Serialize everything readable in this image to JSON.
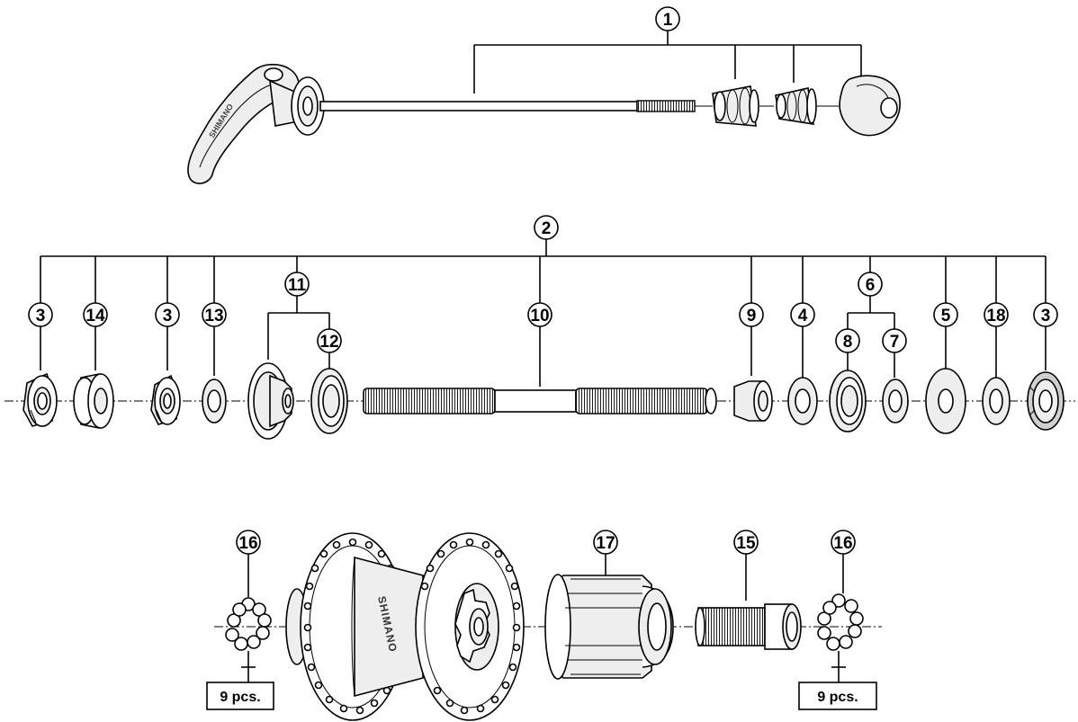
{
  "callouts": {
    "c1": "1",
    "c2": "2",
    "c3a": "3",
    "c3b": "3",
    "c3c": "3",
    "c4": "4",
    "c5": "5",
    "c6": "6",
    "c7": "7",
    "c8": "8",
    "c9": "9",
    "c10": "10",
    "c11": "11",
    "c12": "12",
    "c13": "13",
    "c14": "14",
    "c15": "15",
    "c16a": "16",
    "c16b": "16",
    "c17": "17",
    "c18": "18"
  },
  "notes": {
    "balls_left": "9 pcs.",
    "balls_right": "9 pcs."
  },
  "branding": {
    "hub": "SHIMANO"
  }
}
